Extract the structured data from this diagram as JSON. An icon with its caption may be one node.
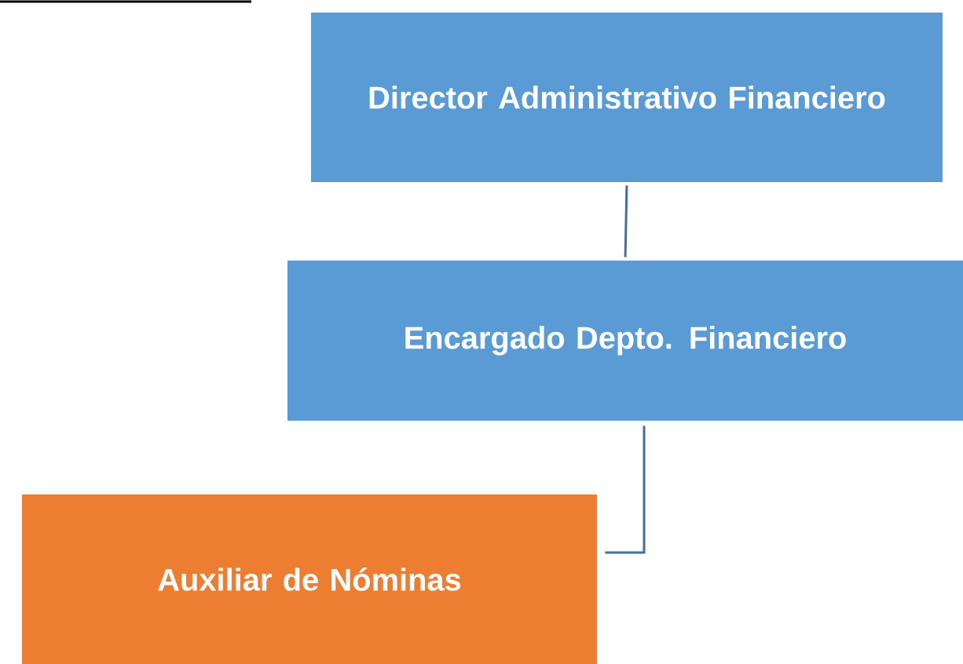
{
  "diagram": {
    "nodes": [
      {
        "text": [
          "Director Administrativo Financiero"
        ]
      },
      {
        "text": [
          "Encargado Depto.  Financiero"
        ]
      },
      {
        "text": [
          "Auxiliar de Nóminas"
        ]
      }
    ],
    "edges": [
      {
        "from": 0,
        "to": 1,
        "arrow": "none"
      },
      {
        "from": 1,
        "to": 2,
        "arrow": "none"
      }
    ]
  }
}
